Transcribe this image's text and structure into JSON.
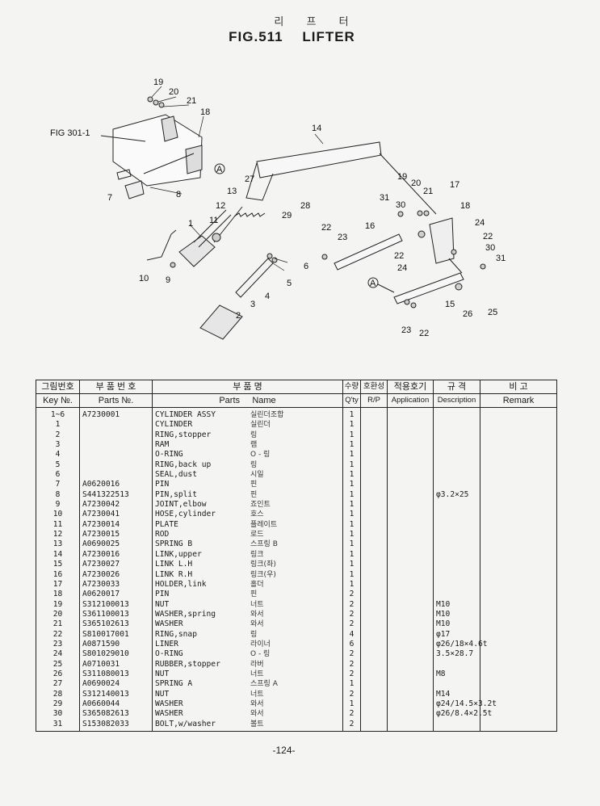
{
  "header": {
    "korean_title": "리 프 터",
    "figure_title": "FIG.511  LIFTER"
  },
  "diagram": {
    "ref_label": "FIG 301-1",
    "detail_marker": "A",
    "callouts": [
      "1",
      "2",
      "3",
      "4",
      "5",
      "6",
      "7",
      "8",
      "9",
      "10",
      "11",
      "12",
      "13",
      "14",
      "15",
      "16",
      "17",
      "18",
      "19",
      "20",
      "21",
      "22",
      "23",
      "24",
      "25",
      "26",
      "27",
      "28",
      "29",
      "30",
      "31"
    ]
  },
  "table": {
    "headers": {
      "key_kr": "그림번호",
      "key_en": "Key №.",
      "parts_no_kr": "부 품 번 호",
      "parts_no_en": "Parts №.",
      "parts_name_kr": "부  품  명",
      "parts_en": "Parts",
      "name_en": "Name",
      "qty_kr": "수량",
      "qty_en": "Q'ty",
      "rp_kr": "호환성",
      "rp_en": "R/P",
      "app_kr": "적용호기",
      "app_en": "Application",
      "desc_kr": "규  격",
      "desc_en": "Description",
      "remark_kr": "비  고",
      "remark_en": "Remark"
    },
    "rows": [
      {
        "key": "1~6",
        "part_no": "A7230001",
        "name_en": "CYLINDER ASSY",
        "name_kr": "실린더조합",
        "qty": "1",
        "desc": ""
      },
      {
        "key": "1",
        "part_no": "",
        "name_en": "CYLINDER",
        "name_kr": "실린더",
        "qty": "1",
        "desc": ""
      },
      {
        "key": "2",
        "part_no": "",
        "name_en": "RING,stopper",
        "name_kr": "링",
        "qty": "1",
        "desc": ""
      },
      {
        "key": "3",
        "part_no": "",
        "name_en": "RAM",
        "name_kr": "램",
        "qty": "1",
        "desc": ""
      },
      {
        "key": "4",
        "part_no": "",
        "name_en": "O-RING",
        "name_kr": "O - 링",
        "qty": "1",
        "desc": ""
      },
      {
        "key": "5",
        "part_no": "",
        "name_en": "RING,back up",
        "name_kr": "링",
        "qty": "1",
        "desc": ""
      },
      {
        "key": "6",
        "part_no": "",
        "name_en": "SEAL,dust",
        "name_kr": "시일",
        "qty": "1",
        "desc": ""
      },
      {
        "key": "7",
        "part_no": "A0620016",
        "name_en": "PIN",
        "name_kr": "핀",
        "qty": "1",
        "desc": ""
      },
      {
        "key": "8",
        "part_no": "S441322513",
        "name_en": "PIN,split",
        "name_kr": "핀",
        "qty": "1",
        "desc": "φ3.2×25"
      },
      {
        "key": "9",
        "part_no": "A7230042",
        "name_en": "JOINT,elbow",
        "name_kr": "죠인트",
        "qty": "1",
        "desc": ""
      },
      {
        "key": "10",
        "part_no": "A7230041",
        "name_en": "HOSE,cylinder",
        "name_kr": "호스",
        "qty": "1",
        "desc": ""
      },
      {
        "key": "11",
        "part_no": "A7230014",
        "name_en": "PLATE",
        "name_kr": "플레이트",
        "qty": "1",
        "desc": ""
      },
      {
        "key": "12",
        "part_no": "A7230015",
        "name_en": "ROD",
        "name_kr": "로드",
        "qty": "1",
        "desc": ""
      },
      {
        "key": "13",
        "part_no": "A0690025",
        "name_en": "SPRING B",
        "name_kr": "스프링 B",
        "qty": "1",
        "desc": ""
      },
      {
        "key": "14",
        "part_no": "A7230016",
        "name_en": "LINK,upper",
        "name_kr": "링크",
        "qty": "1",
        "desc": ""
      },
      {
        "key": "15",
        "part_no": "A7230027",
        "name_en": "LINK L.H",
        "name_kr": "링크(좌)",
        "qty": "1",
        "desc": ""
      },
      {
        "key": "16",
        "part_no": "A7230026",
        "name_en": "LINK R.H",
        "name_kr": "링크(우)",
        "qty": "1",
        "desc": ""
      },
      {
        "key": "17",
        "part_no": "A7230033",
        "name_en": "HOLDER,link",
        "name_kr": "홀더",
        "qty": "1",
        "desc": ""
      },
      {
        "key": "18",
        "part_no": "A0620017",
        "name_en": "PIN",
        "name_kr": "핀",
        "qty": "2",
        "desc": ""
      },
      {
        "key": "19",
        "part_no": "S312100013",
        "name_en": "NUT",
        "name_kr": "너트",
        "qty": "2",
        "desc": "M10"
      },
      {
        "key": "20",
        "part_no": "S361100013",
        "name_en": "WASHER,spring",
        "name_kr": "와서",
        "qty": "2",
        "desc": "M10"
      },
      {
        "key": "21",
        "part_no": "S365102613",
        "name_en": "WASHER",
        "name_kr": "와서",
        "qty": "2",
        "desc": "M10"
      },
      {
        "key": "22",
        "part_no": "S810017001",
        "name_en": "RING,snap",
        "name_kr": "링",
        "qty": "4",
        "desc": "φ17"
      },
      {
        "key": "23",
        "part_no": "A0871590",
        "name_en": "LINER",
        "name_kr": "라이너",
        "qty": "6",
        "desc": "φ26/18×4.6t"
      },
      {
        "key": "24",
        "part_no": "S801029010",
        "name_en": "O-RING",
        "name_kr": "O - 링",
        "qty": "2",
        "desc": "3.5×28.7"
      },
      {
        "key": "25",
        "part_no": "A0710031",
        "name_en": "RUBBER,stopper",
        "name_kr": "라버",
        "qty": "2",
        "desc": ""
      },
      {
        "key": "26",
        "part_no": "S311080013",
        "name_en": "NUT",
        "name_kr": "너트",
        "qty": "2",
        "desc": "M8"
      },
      {
        "key": "27",
        "part_no": "A0690024",
        "name_en": "SPRING A",
        "name_kr": "스프링 A",
        "qty": "1",
        "desc": ""
      },
      {
        "key": "28",
        "part_no": "S312140013",
        "name_en": "NUT",
        "name_kr": "너트",
        "qty": "2",
        "desc": "M14"
      },
      {
        "key": "29",
        "part_no": "A0660044",
        "name_en": "WASHER",
        "name_kr": "와서",
        "qty": "1",
        "desc": "φ24/14.5×3.2t"
      },
      {
        "key": "30",
        "part_no": "S365082613",
        "name_en": "WASHER",
        "name_kr": "와서",
        "qty": "2",
        "desc": "φ26/8.4×2.5t"
      },
      {
        "key": "31",
        "part_no": "S153082033",
        "name_en": "BOLT,w/washer",
        "name_kr": "볼트",
        "qty": "2",
        "desc": ""
      }
    ]
  },
  "footer": {
    "page_number": "-124-"
  }
}
